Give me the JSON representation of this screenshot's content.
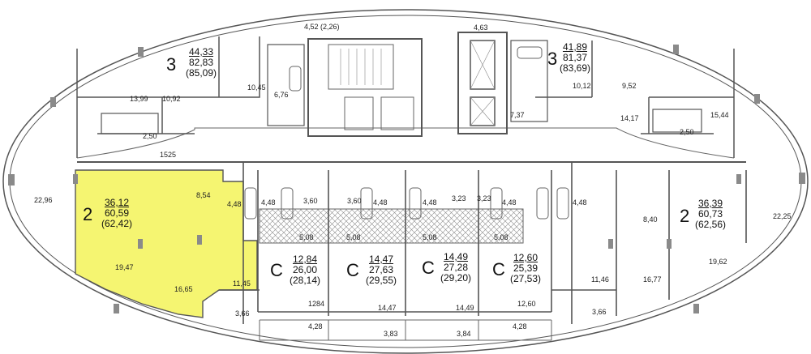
{
  "units": [
    {
      "type": "2",
      "living": "36,12",
      "total": "60,59",
      "total_balcony": "(62,42)",
      "highlighted": true
    },
    {
      "type": "3",
      "living": "44,33",
      "total": "82,83",
      "total_balcony": "(85,09)",
      "highlighted": false
    },
    {
      "type": "3",
      "living": "41,89",
      "total": "81,37",
      "total_balcony": "(83,69)",
      "highlighted": false
    },
    {
      "type": "2",
      "living": "36,39",
      "total": "60,73",
      "total_balcony": "(62,56)",
      "highlighted": false
    },
    {
      "type": "С",
      "living": "12,84",
      "total": "26,00",
      "total_balcony": "(28,14)",
      "highlighted": false
    },
    {
      "type": "С",
      "living": "14,47",
      "total": "27,63",
      "total_balcony": "(29,55)",
      "highlighted": false
    },
    {
      "type": "С",
      "living": "14,49",
      "total": "27,28",
      "total_balcony": "(29,20)",
      "highlighted": false
    },
    {
      "type": "С",
      "living": "12,60",
      "total": "25,39",
      "total_balcony": "(27,53)",
      "highlighted": false
    }
  ],
  "room_areas": [
    "4,52 (2,26)",
    "4,63",
    "13,99",
    "10,92",
    "10,45",
    "6,76",
    "2,50",
    "7,37",
    "10,12",
    "9,52",
    "14,17",
    "15,44",
    "2,50",
    "1525",
    "22,96",
    "22,25",
    "8,54",
    "4,48",
    "4,48",
    "3,60",
    "3,60",
    "4,48",
    "4,48",
    "3,23",
    "3,23",
    "4,48",
    "4,48",
    "8,40",
    "5,08",
    "5,08",
    "5,08",
    "5,08",
    "19,47",
    "16,65",
    "11,45",
    "11,46",
    "16,77",
    "19,62",
    "1284",
    "14,47",
    "14,49",
    "12,60",
    "3,66",
    "3,66",
    "4,28",
    "4,28",
    "3,83",
    "3,84"
  ],
  "colors": {
    "highlight": "#f5f571",
    "wall": "#555555",
    "hatch": "#888888",
    "window": "#8a8a8a"
  }
}
